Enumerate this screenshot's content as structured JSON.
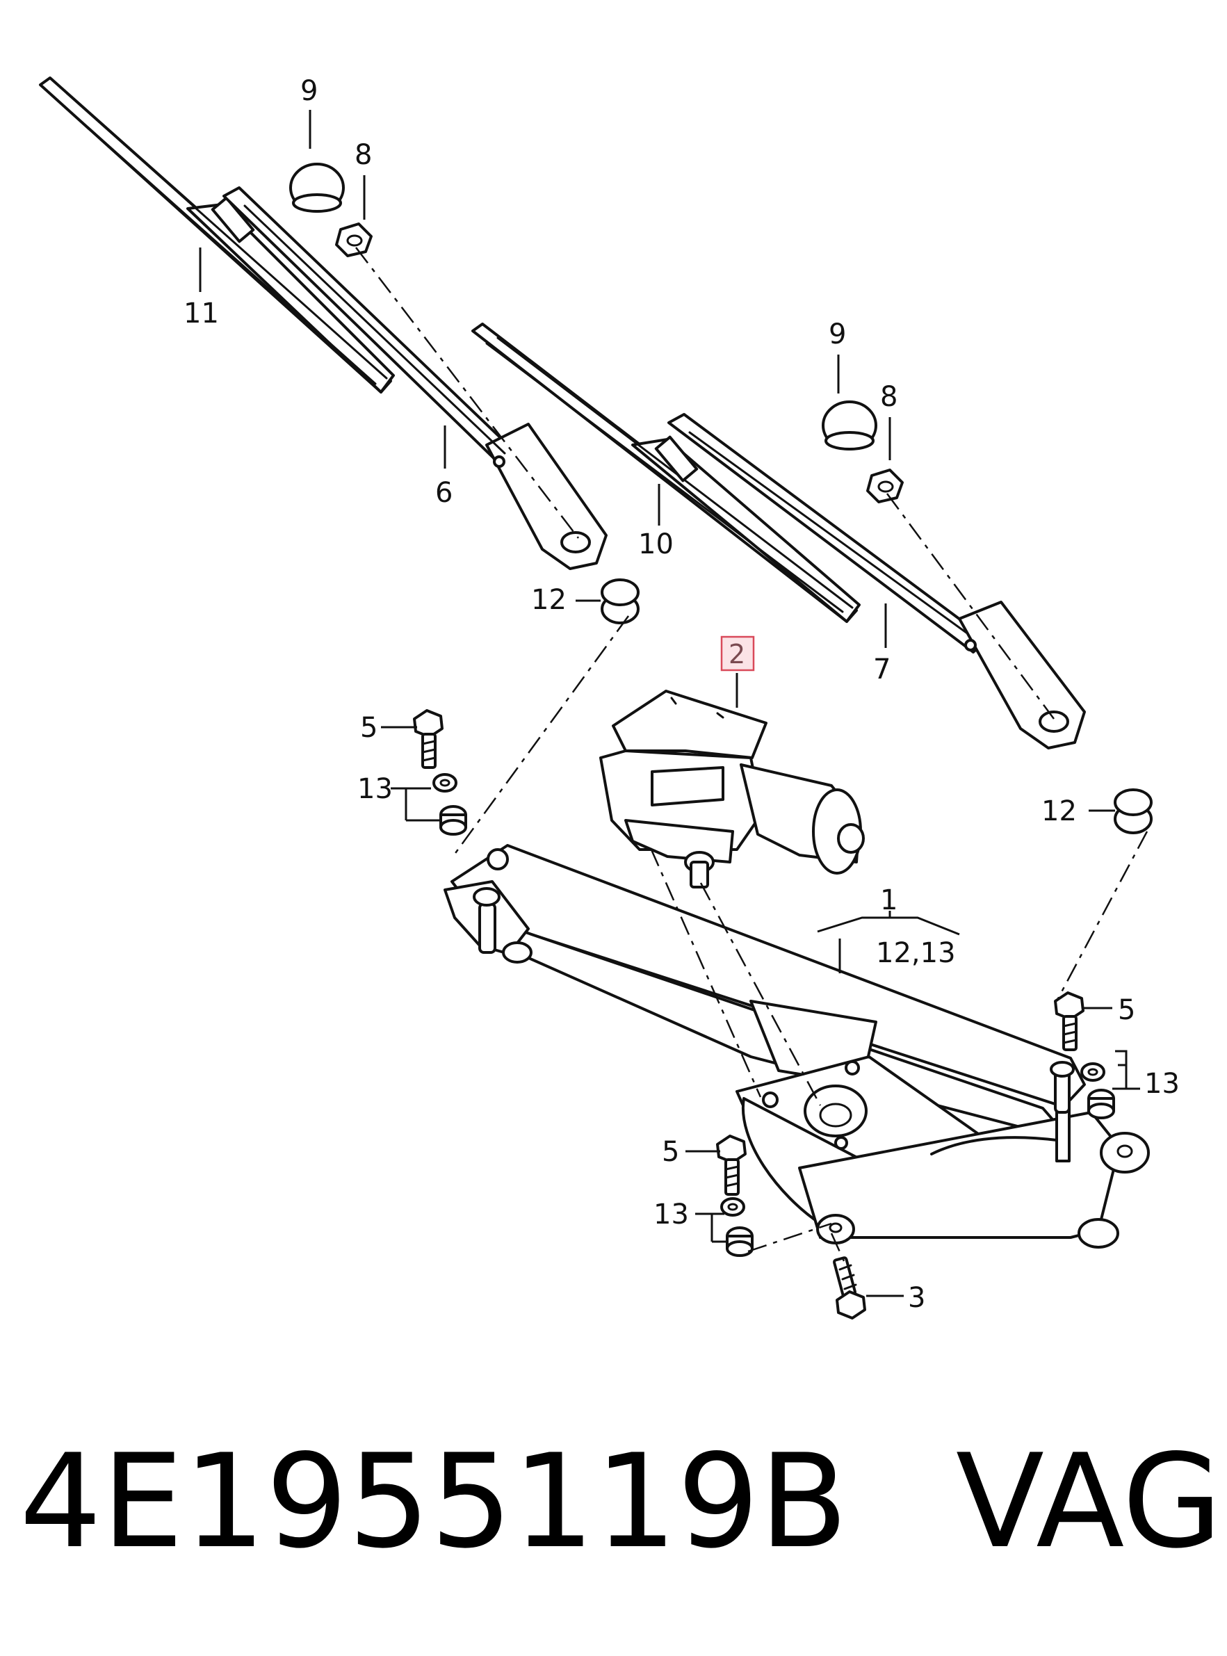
{
  "callouts": {
    "c9_left": "9",
    "c8_left": "8",
    "c11": "11",
    "c6": "6",
    "c9_right": "9",
    "c8_right": "8",
    "c10": "10",
    "c12_left": "12",
    "c7": "7",
    "c2_highlighted": "2",
    "c5_left": "5",
    "c13_left": "13",
    "c12_right": "12",
    "c1": "1",
    "c12_13": "12,13",
    "c5_right": "5",
    "c13_right": "13",
    "c5_bottom": "5",
    "c13_bottom": "13",
    "c3": "3"
  },
  "caption": {
    "part_number": "4E1955119B",
    "brand": "VAG"
  },
  "colors": {
    "highlight_fill": "#fbe3e6",
    "highlight_border": "#d94a5a",
    "line": "#111111"
  },
  "icons": {
    "wiper_motor": "wiper-motor-icon",
    "wiper_linkage": "wiper-linkage-icon",
    "wiper_arm": "wiper-arm-icon",
    "wiper_blade": "wiper-blade-icon",
    "cap": "cap-icon",
    "nut": "nut-icon",
    "bolt": "bolt-icon",
    "grommet": "grommet-icon"
  }
}
